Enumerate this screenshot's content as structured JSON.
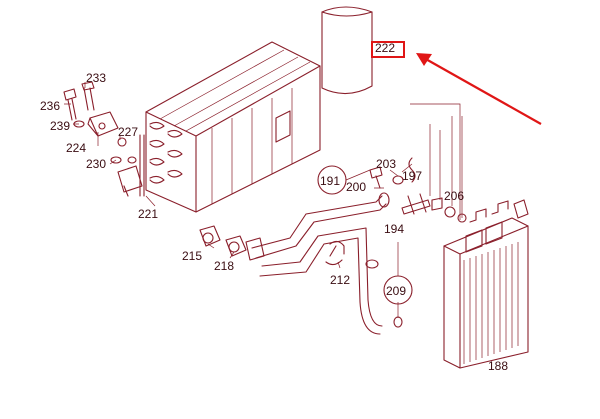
{
  "diagram": {
    "labels": {
      "l233": "233",
      "l236": "236",
      "l239": "239",
      "l224": "224",
      "l227": "227",
      "l230": "230",
      "l221": "221",
      "l222": "222",
      "l191": "191",
      "l203": "203",
      "l200": "200",
      "l197": "197",
      "l206": "206",
      "l194": "194",
      "l215": "215",
      "l218": "218",
      "l212": "212",
      "l209": "209",
      "l188": "188"
    },
    "colors": {
      "line": "#8a1f2b",
      "highlight": "#e01616"
    },
    "icons": {
      "pointer": "arrow-icon"
    }
  }
}
